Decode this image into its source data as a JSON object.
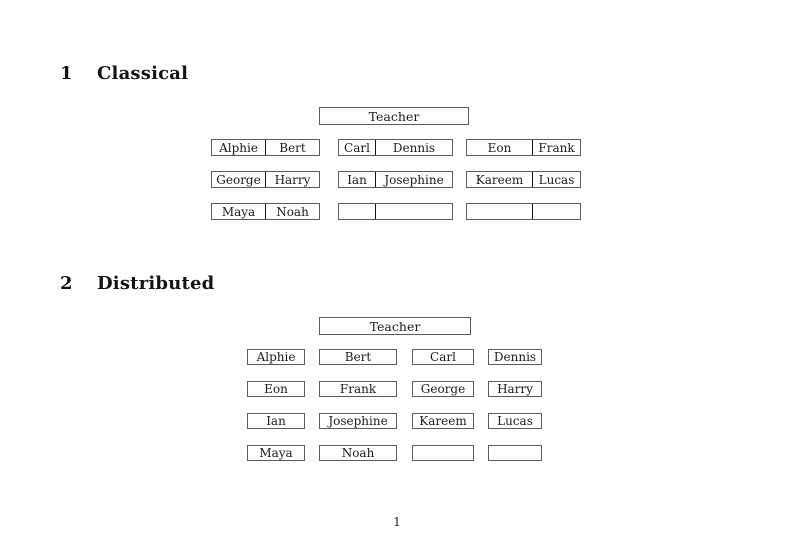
{
  "document": {
    "page_number": "1"
  },
  "classical": {
    "heading_number": "1",
    "heading_title": "Classical",
    "teacher_label": "Teacher",
    "seats": [
      [
        "Alphie",
        "Bert",
        "Carl",
        "Dennis",
        "Eon",
        "Frank"
      ],
      [
        "George",
        "Harry",
        "Ian",
        "Josephine",
        "Kareem",
        "Lucas"
      ],
      [
        "Maya",
        "Noah",
        "",
        "",
        "",
        ""
      ]
    ]
  },
  "distributed": {
    "heading_number": "2",
    "heading_title": "Distributed",
    "teacher_label": "Teacher",
    "seats": [
      [
        "Alphie",
        "Bert",
        "Carl",
        "Dennis"
      ],
      [
        "Eon",
        "Frank",
        "George",
        "Harry"
      ],
      [
        "Ian",
        "Josephine",
        "Kareem",
        "Lucas"
      ],
      [
        "Maya",
        "Noah",
        "",
        ""
      ]
    ]
  }
}
